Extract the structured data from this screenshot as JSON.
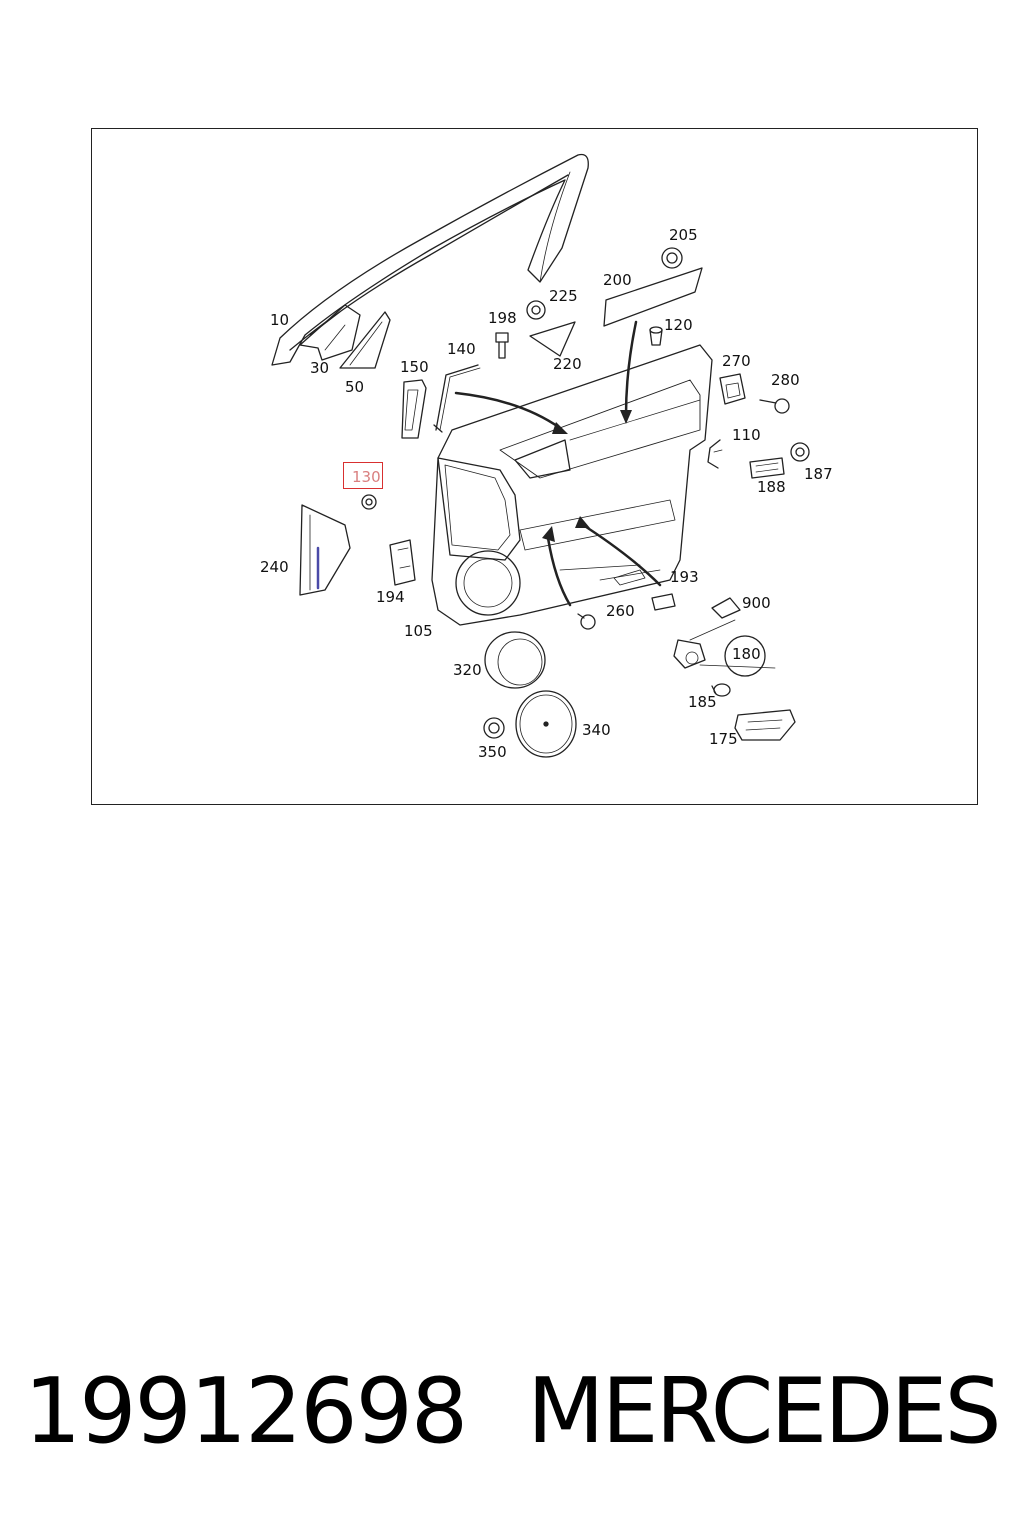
{
  "callouts": {
    "c10": "10",
    "c30": "30",
    "c50": "50",
    "c105": "105",
    "c110": "110",
    "c120": "120",
    "c130": "130",
    "c140": "140",
    "c150": "150",
    "c175": "175",
    "c180": "180",
    "c185": "185",
    "c187": "187",
    "c188": "188",
    "c193": "193",
    "c194": "194",
    "c198": "198",
    "c200": "200",
    "c205": "205",
    "c220": "220",
    "c225": "225",
    "c240": "240",
    "c260": "260",
    "c270": "270",
    "c280": "280",
    "c320": "320",
    "c340": "340",
    "c350": "350",
    "c900": "900"
  },
  "highlighted_callout": "130",
  "footer": {
    "part_number": "19912698",
    "brand": "MERCEDES"
  },
  "colors": {
    "line": "#222222",
    "highlight_border": "#d83030",
    "highlight_text": "#d98080",
    "accent_blue": "#4a4aa8"
  }
}
